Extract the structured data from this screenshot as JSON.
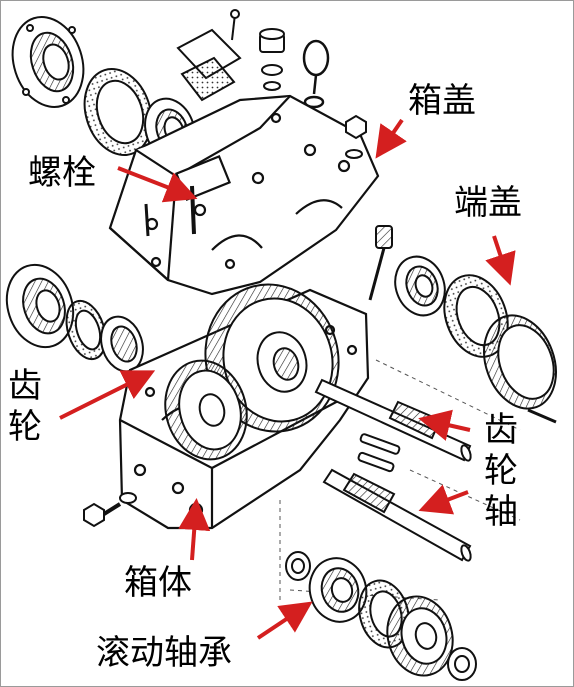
{
  "labels": {
    "cover": "箱盖",
    "bolt": "螺栓",
    "end_cap": "端盖",
    "gear": "齿轮",
    "gear_shaft": "齿轮轴",
    "housing": "箱体",
    "bearing": "滚动轴承"
  },
  "colors": {
    "arrow": "#d41f1f",
    "line": "#111111",
    "label": "#000000"
  }
}
